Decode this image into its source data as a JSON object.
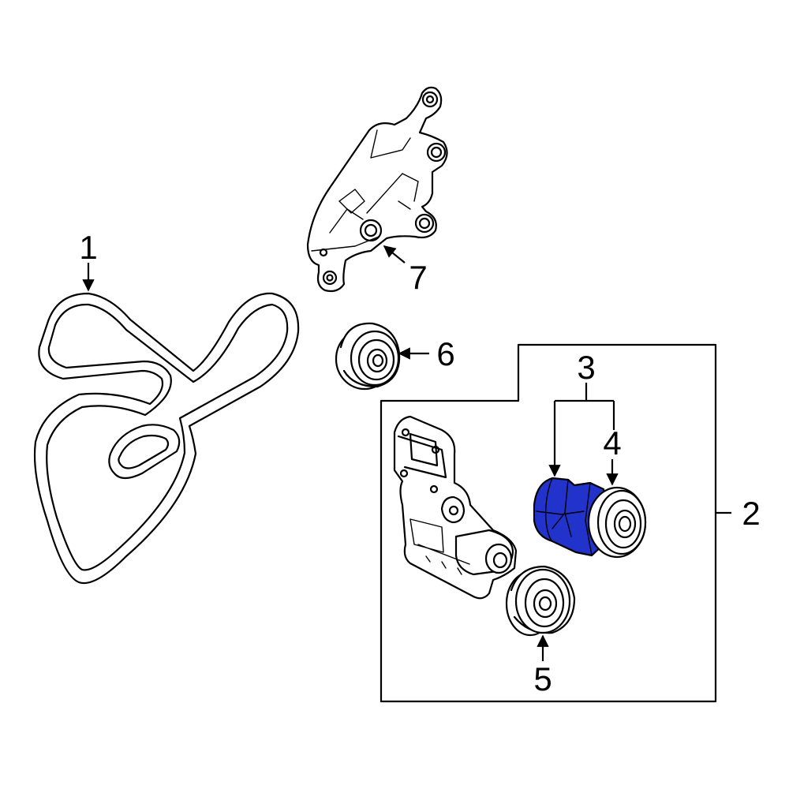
{
  "callouts": [
    {
      "id": "c1",
      "number": "1",
      "part": "serpentine-belt"
    },
    {
      "id": "c2",
      "number": "2",
      "part": "tensioner-assembly"
    },
    {
      "id": "c3",
      "number": "3",
      "part": "tensioner"
    },
    {
      "id": "c4",
      "number": "4",
      "part": "tensioner-pulley"
    },
    {
      "id": "c5",
      "number": "5",
      "part": "idler-pulley-lower"
    },
    {
      "id": "c6",
      "number": "6",
      "part": "idler-pulley"
    },
    {
      "id": "c7",
      "number": "7",
      "part": "mounting-bracket"
    }
  ],
  "highlight_color": "#2233cc"
}
